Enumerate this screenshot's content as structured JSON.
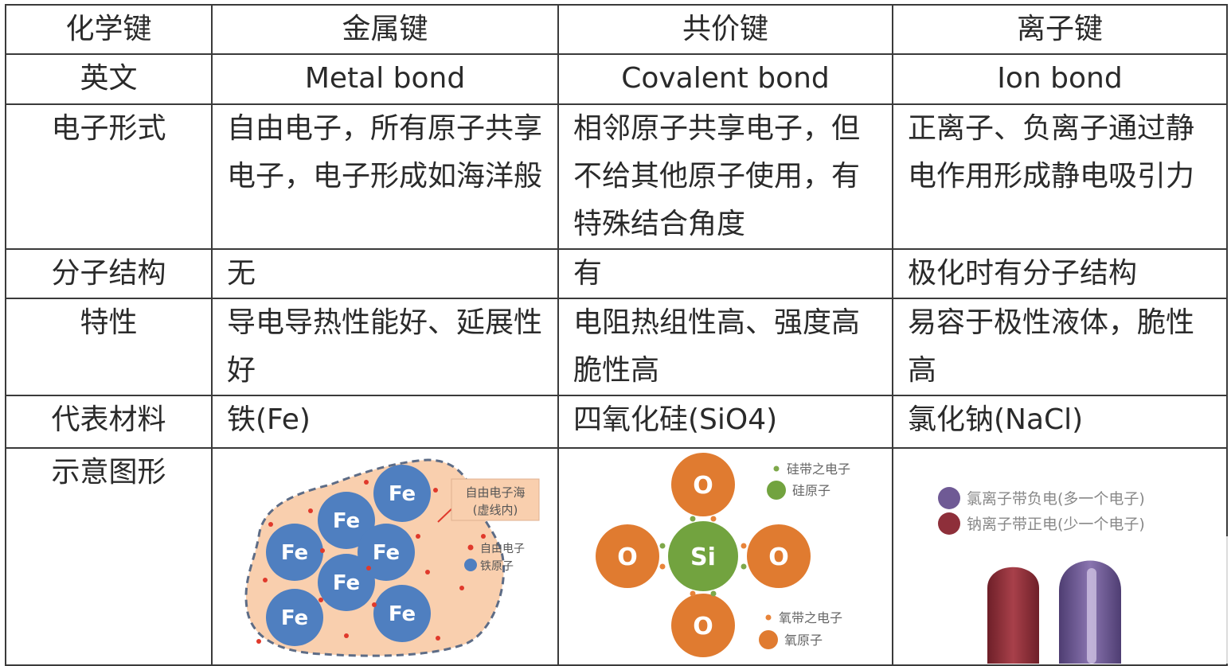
{
  "table": {
    "header": [
      "化学键",
      "金属键",
      "共价键",
      "离子键"
    ],
    "rows": [
      {
        "label": "英文",
        "cells": [
          "Metal bond",
          "Covalent bond",
          "Ion bond"
        ]
      },
      {
        "label": "电子形式",
        "cells": [
          "自由电子，所有原子共享电子，电子形成如海洋般",
          "相邻原子共享电子，但不给其他原子使用，有特殊结合角度",
          "正离子、负离子通过静电作用形成静电吸引力"
        ]
      },
      {
        "label": "分子结构",
        "cells": [
          "无",
          "有",
          "极化时有分子结构"
        ]
      },
      {
        "label": "特性",
        "cells": [
          "导电导热性能好、延展性好",
          "电阻热组性高、强度高脆性高",
          "易容于极性液体，脆性高"
        ]
      },
      {
        "label": "代表材料",
        "cells": [
          "铁(Fe)",
          "四氧化硅(SiO4)",
          "氯化钠(NaCl)"
        ]
      },
      {
        "label": "示意图形"
      }
    ]
  },
  "metal_figure": {
    "atom_label": "Fe",
    "callout": [
      "自由电子海",
      "(虚线内)"
    ],
    "legend": [
      "自由电子",
      "铁原子"
    ],
    "colors": {
      "sea": "#f9cfae",
      "atom": "#4f7fc0",
      "electron": "#e0392b"
    }
  },
  "covalent_figure": {
    "center_label": "Si",
    "oxygen_label": "O",
    "legend_top": [
      "硅带之电子",
      "硅原子"
    ],
    "legend_bottom": [
      "氧带之电子",
      "氧原子"
    ],
    "colors": {
      "oxygen": "#e07b30",
      "silicon": "#72a33f",
      "electron_si": "#7ea84a",
      "electron_o": "#e8843a"
    }
  },
  "ionic_figure": {
    "legend": [
      "氯离子带负电(多一个电子)",
      "钠离子带正电(少一个电子)"
    ],
    "colors": {
      "chloride": "#6f5a95",
      "sodium": "#8e2f3a"
    }
  }
}
